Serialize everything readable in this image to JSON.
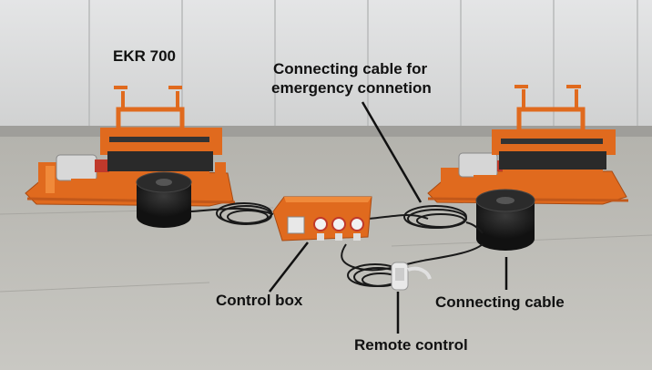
{
  "labels": {
    "machine": "EKR 700",
    "emergency_cable_line1": "Connecting cable for",
    "emergency_cable_line2": "emergency connetion",
    "control_box": "Control box",
    "connecting_cable": "Connecting cable",
    "remote_control": "Remote control"
  },
  "colors": {
    "machine_orange": "#e06a1e",
    "wall": "#dcdcdc",
    "ground": "#bdbdb8",
    "cable": "#1a1a1a",
    "label_text": "#111111"
  }
}
